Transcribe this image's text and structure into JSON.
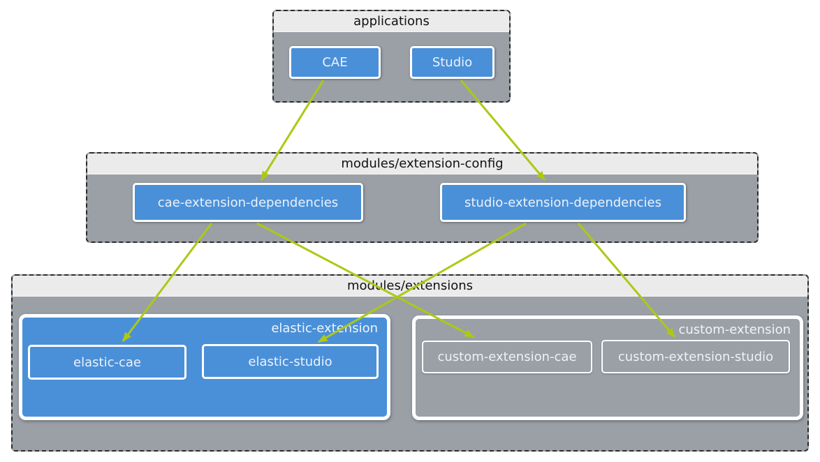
{
  "diagram": {
    "containers": {
      "applications": {
        "title": "applications",
        "nodes": {
          "cae": "CAE",
          "studio": "Studio"
        }
      },
      "extension_config": {
        "title": "modules/extension-config",
        "nodes": {
          "cae_deps": "cae-extension-dependencies",
          "studio_deps": "studio-extension-dependencies"
        }
      },
      "extensions": {
        "title": "modules/extensions",
        "groups": {
          "elastic": {
            "title": "elastic-extension",
            "nodes": {
              "cae": "elastic-cae",
              "studio": "elastic-studio"
            }
          },
          "custom": {
            "title": "custom-extension",
            "nodes": {
              "cae": "custom-extension-cae",
              "studio": "custom-extension-studio"
            }
          }
        }
      }
    },
    "edges": [
      {
        "from": "CAE",
        "to": "cae-extension-dependencies"
      },
      {
        "from": "Studio",
        "to": "studio-extension-dependencies"
      },
      {
        "from": "cae-extension-dependencies",
        "to": "elastic-cae"
      },
      {
        "from": "cae-extension-dependencies",
        "to": "custom-extension-cae"
      },
      {
        "from": "studio-extension-dependencies",
        "to": "elastic-studio"
      },
      {
        "from": "studio-extension-dependencies",
        "to": "custom-extension-studio"
      }
    ],
    "colors": {
      "node_blue": "#4a90d9",
      "container_body_gray": "#9aa0a6",
      "container_title_bar": "#ebebeb",
      "arrow_green": "#aec816",
      "border_white": "#ffffff"
    }
  }
}
